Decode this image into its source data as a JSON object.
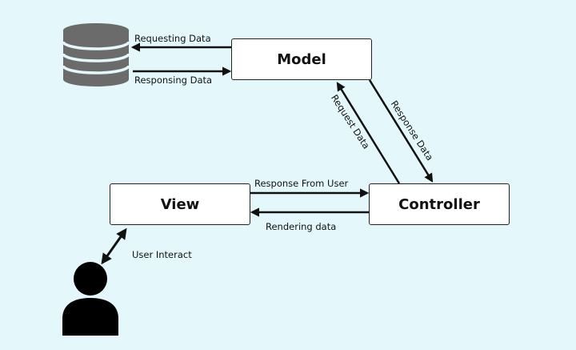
{
  "components": {
    "model": "Model",
    "view": "View",
    "controller": "Controller"
  },
  "flows": {
    "requesting_data": "Requesting Data",
    "responsing_data": "Responsing Data",
    "request_data": "Request Data",
    "response_data": "Response Data",
    "response_from_user": "Response From User",
    "rendering_data": "Rendering data",
    "user_interact": "User Interact"
  },
  "icons": {
    "database": "database-icon",
    "user": "user-icon"
  },
  "colors": {
    "background": "#e4f8fb",
    "box_fill": "#ffffff",
    "stroke": "#111111",
    "database": "#6b6b6b"
  }
}
